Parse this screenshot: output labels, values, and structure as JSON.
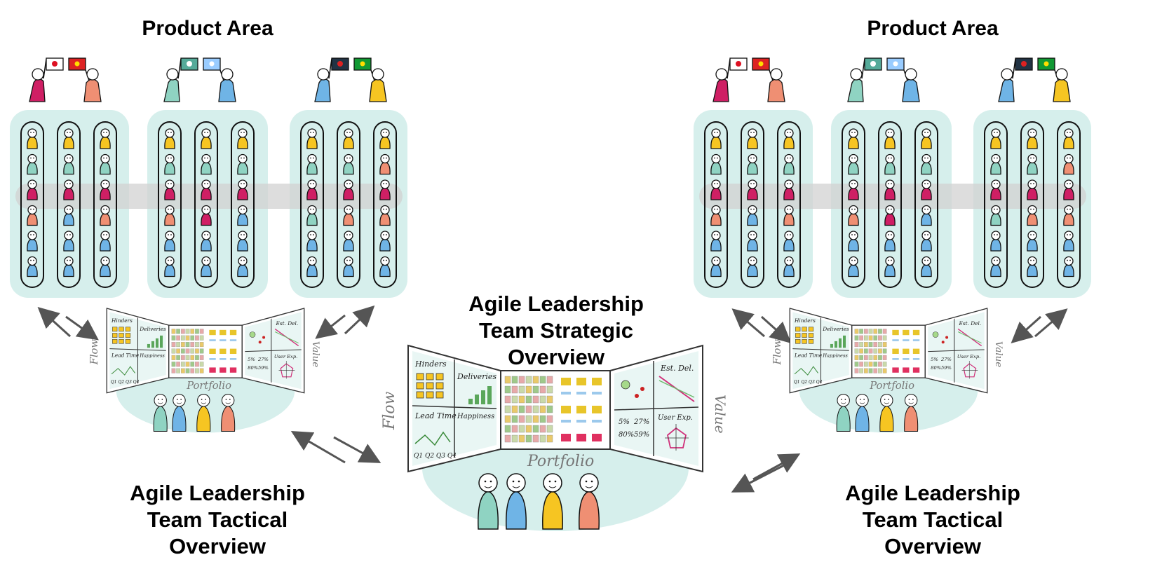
{
  "product_area_left": {
    "title": "Product Area"
  },
  "product_area_right": {
    "title": "Product Area"
  },
  "strategic": {
    "line1": "Agile Leadership",
    "line2": "Team Strategic",
    "line3": "Overview"
  },
  "tactical_left": {
    "line1": "Agile Leadership",
    "line2": "Team Tactical",
    "line3": "Overview"
  },
  "tactical_right": {
    "line1": "Agile Leadership",
    "line2": "Team Tactical",
    "line3": "Overview"
  },
  "board": {
    "flow": "Flow",
    "value": "Value",
    "portfolio": "Portfolio",
    "hinders": "Hinders",
    "deliveries": "Deliveries",
    "lead_time": "Lead Time",
    "happiness": "Happiness",
    "quarters": "Q1 Q2 Q3 Q4",
    "est_del": "Est. Del.",
    "user_exp": "User Exp.",
    "metric_a": "5%",
    "metric_b": "27%",
    "metric_c": "80%",
    "metric_d": "59%"
  },
  "colors": {
    "team_bg": "#d6efec",
    "yellow": "#f6c522",
    "teal": "#8fd3c2",
    "magenta": "#cf1f64",
    "salmon": "#ef8f73",
    "blue": "#6fb4e6",
    "band": "#d2d2d2",
    "arrow": "#555555"
  }
}
